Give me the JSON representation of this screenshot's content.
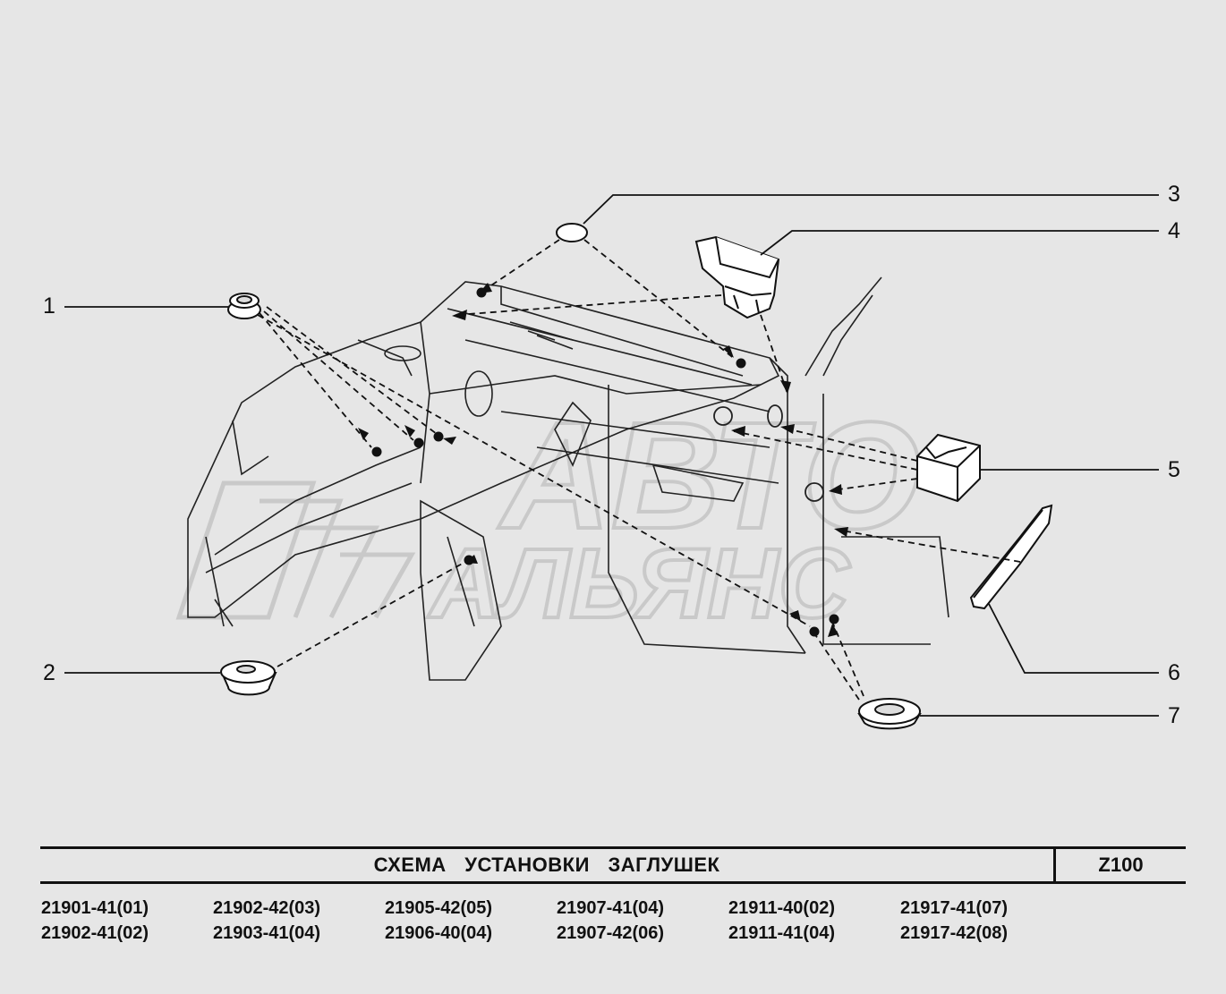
{
  "diagram": {
    "callouts": [
      "1",
      "2",
      "3",
      "4",
      "5",
      "6",
      "7"
    ],
    "watermark": "АВТО АЛЬЯНС",
    "colors": {
      "background": "#e6e6e6",
      "line": "#111111",
      "watermark": "#cfcfcf"
    }
  },
  "title": {
    "text": "СХЕМА   УСТАНОВКИ   ЗАГЛУШЕК",
    "code": "Z100"
  },
  "models": [
    "21901-41(01)",
    "21902-42(03)",
    "21905-42(05)",
    "21907-41(04)",
    "21911-40(02)",
    "21917-41(07)",
    "21902-41(02)",
    "21903-41(04)",
    "21906-40(04)",
    "21907-42(06)",
    "21911-41(04)",
    "21917-42(08)"
  ]
}
